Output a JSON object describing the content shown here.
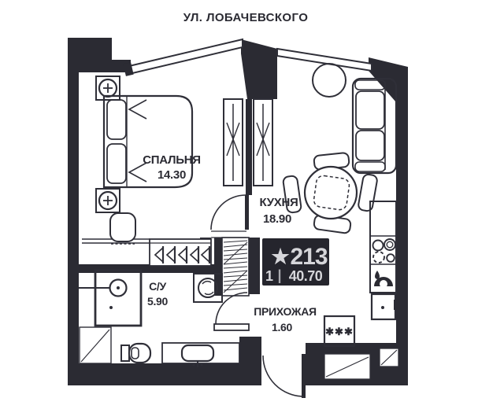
{
  "title": "УЛ. ЛОБАЧЕВСКОГО",
  "rooms": {
    "bedroom": {
      "label": "СПАЛЬНЯ",
      "area": "14.30"
    },
    "kitchen": {
      "label": "КУХНЯ",
      "area": "18.90"
    },
    "bathroom": {
      "label": "С/У",
      "area": "5.90"
    },
    "hallway": {
      "label": "ПРИХОЖАЯ",
      "area": "1.60"
    }
  },
  "badge": {
    "star_icon": "★",
    "apartment_number": "213",
    "rooms_count": "1",
    "divider": "|",
    "total_area": "40.70"
  },
  "markers": {
    "freezer_stars": "✱✱✱"
  },
  "colors": {
    "wall": "#2b2b33",
    "background": "#ffffff",
    "badge_background": "#25252d",
    "badge_text": "#d6d6da"
  }
}
